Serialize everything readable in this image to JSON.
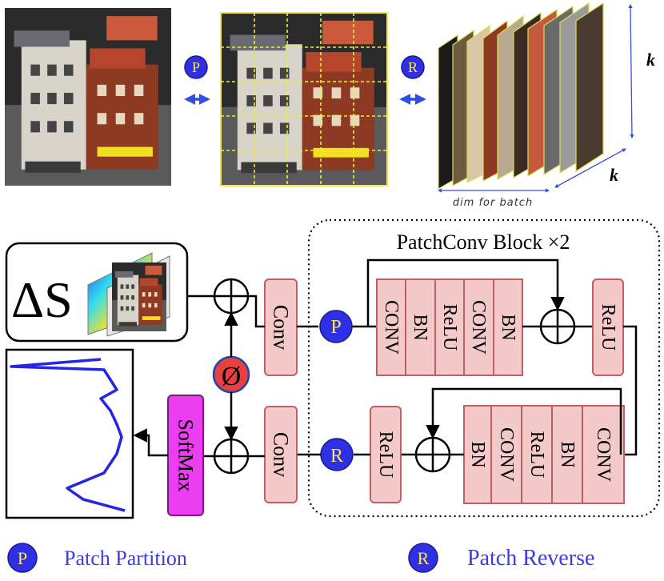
{
  "colors": {
    "layer_fill": "#f4c9c9",
    "layer_stroke": "#c06060",
    "softmax_fill": "#ea3ef0",
    "circle_blue": "#2f2fe6",
    "letter_yellow": "#ffe84a",
    "red_circle": "#e84040",
    "link_blue": "#3b3bea"
  },
  "top": {
    "partition_symbol": "P",
    "reverse_symbol": "R",
    "k_vertical": "k",
    "k_horizontal": "k",
    "batch_label": "dim for batch"
  },
  "delta": {
    "label": "ΔS"
  },
  "block": {
    "title": "PatchConv Block ×2"
  },
  "top_row": {
    "conv": "Conv",
    "p": "P",
    "layers": [
      "CONV",
      "BN",
      "ReLU",
      "CONV",
      "BN"
    ],
    "relu": "ReLU"
  },
  "bottom_row": {
    "softmax": "SoftMax",
    "conv": "Conv",
    "r": "R",
    "relu": "ReLU",
    "layers": [
      "BN",
      "CONV",
      "ReLU",
      "BN",
      "CONV"
    ]
  },
  "phi": {
    "symbol": "Ø"
  },
  "legend": [
    {
      "symbol": "P",
      "label": "Patch Partition"
    },
    {
      "symbol": "R",
      "label": "Patch Reverse"
    }
  ]
}
